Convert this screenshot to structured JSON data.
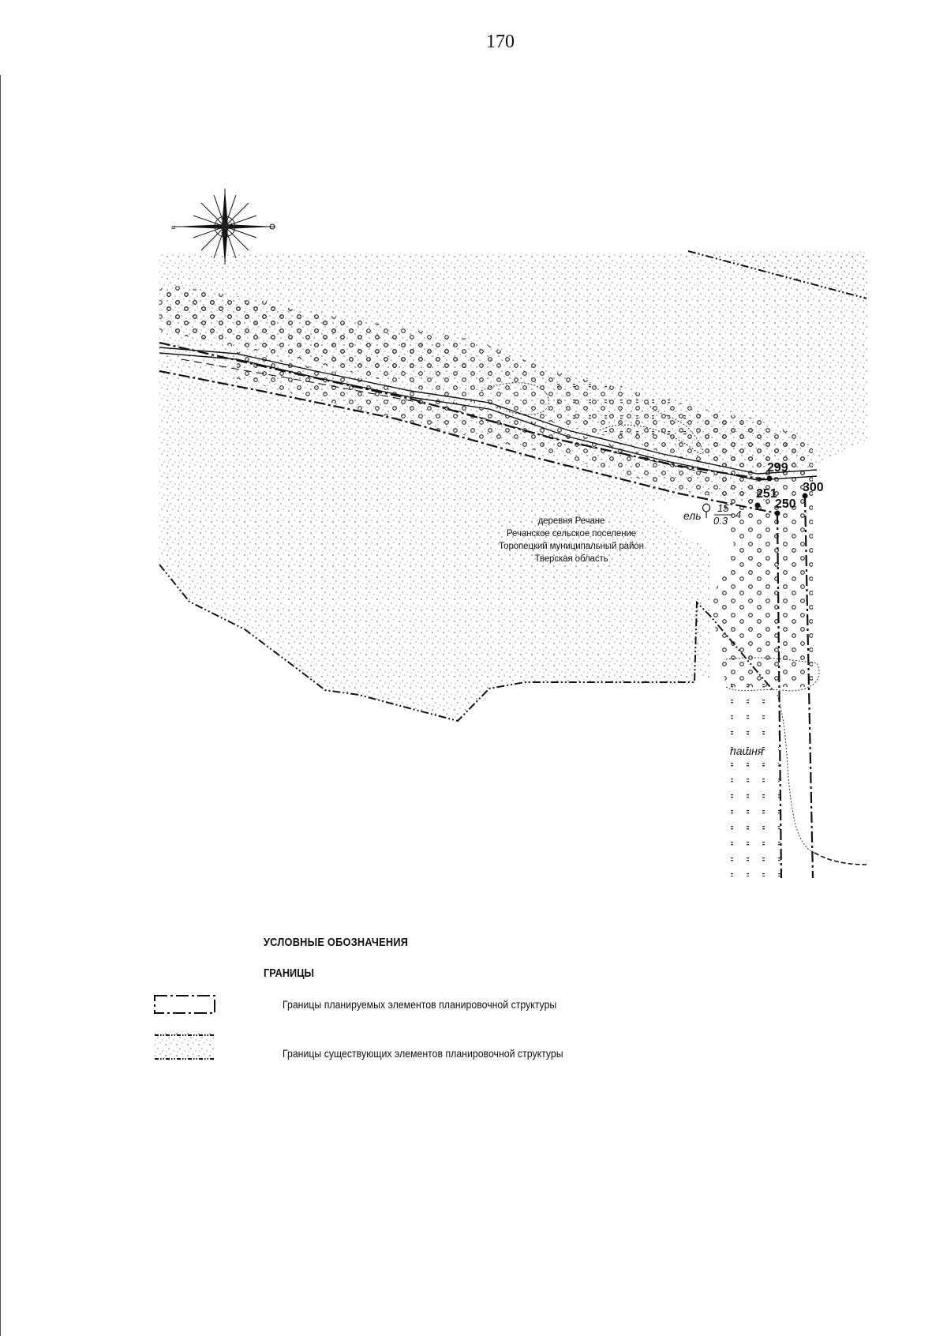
{
  "page": {
    "number": "170"
  },
  "map": {
    "settlement": {
      "lines": [
        "деревня Речане",
        "Речанское сельское поселение",
        "Торопецкий муниципальный район",
        "Тверская область"
      ]
    },
    "point_labels": [
      "299",
      "300",
      "251",
      "250"
    ],
    "tree_label": {
      "species": "ель",
      "numerator": "15",
      "denominator": "0.3",
      "extra": "4"
    },
    "field_label": "пашня",
    "compass": {
      "icon": "compass-rose-icon"
    }
  },
  "legend": {
    "title": "УСЛОВНЫЕ ОБОЗНАЧЕНИЯ",
    "subtitle": "ГРАНИЦЫ",
    "items": [
      {
        "icon": "planned-boundary-symbol",
        "label": "Границы планируемых элементов планировочной структуры"
      },
      {
        "icon": "existing-boundary-symbol",
        "label": "Границы существующих элементов планировочной структуры"
      }
    ]
  }
}
